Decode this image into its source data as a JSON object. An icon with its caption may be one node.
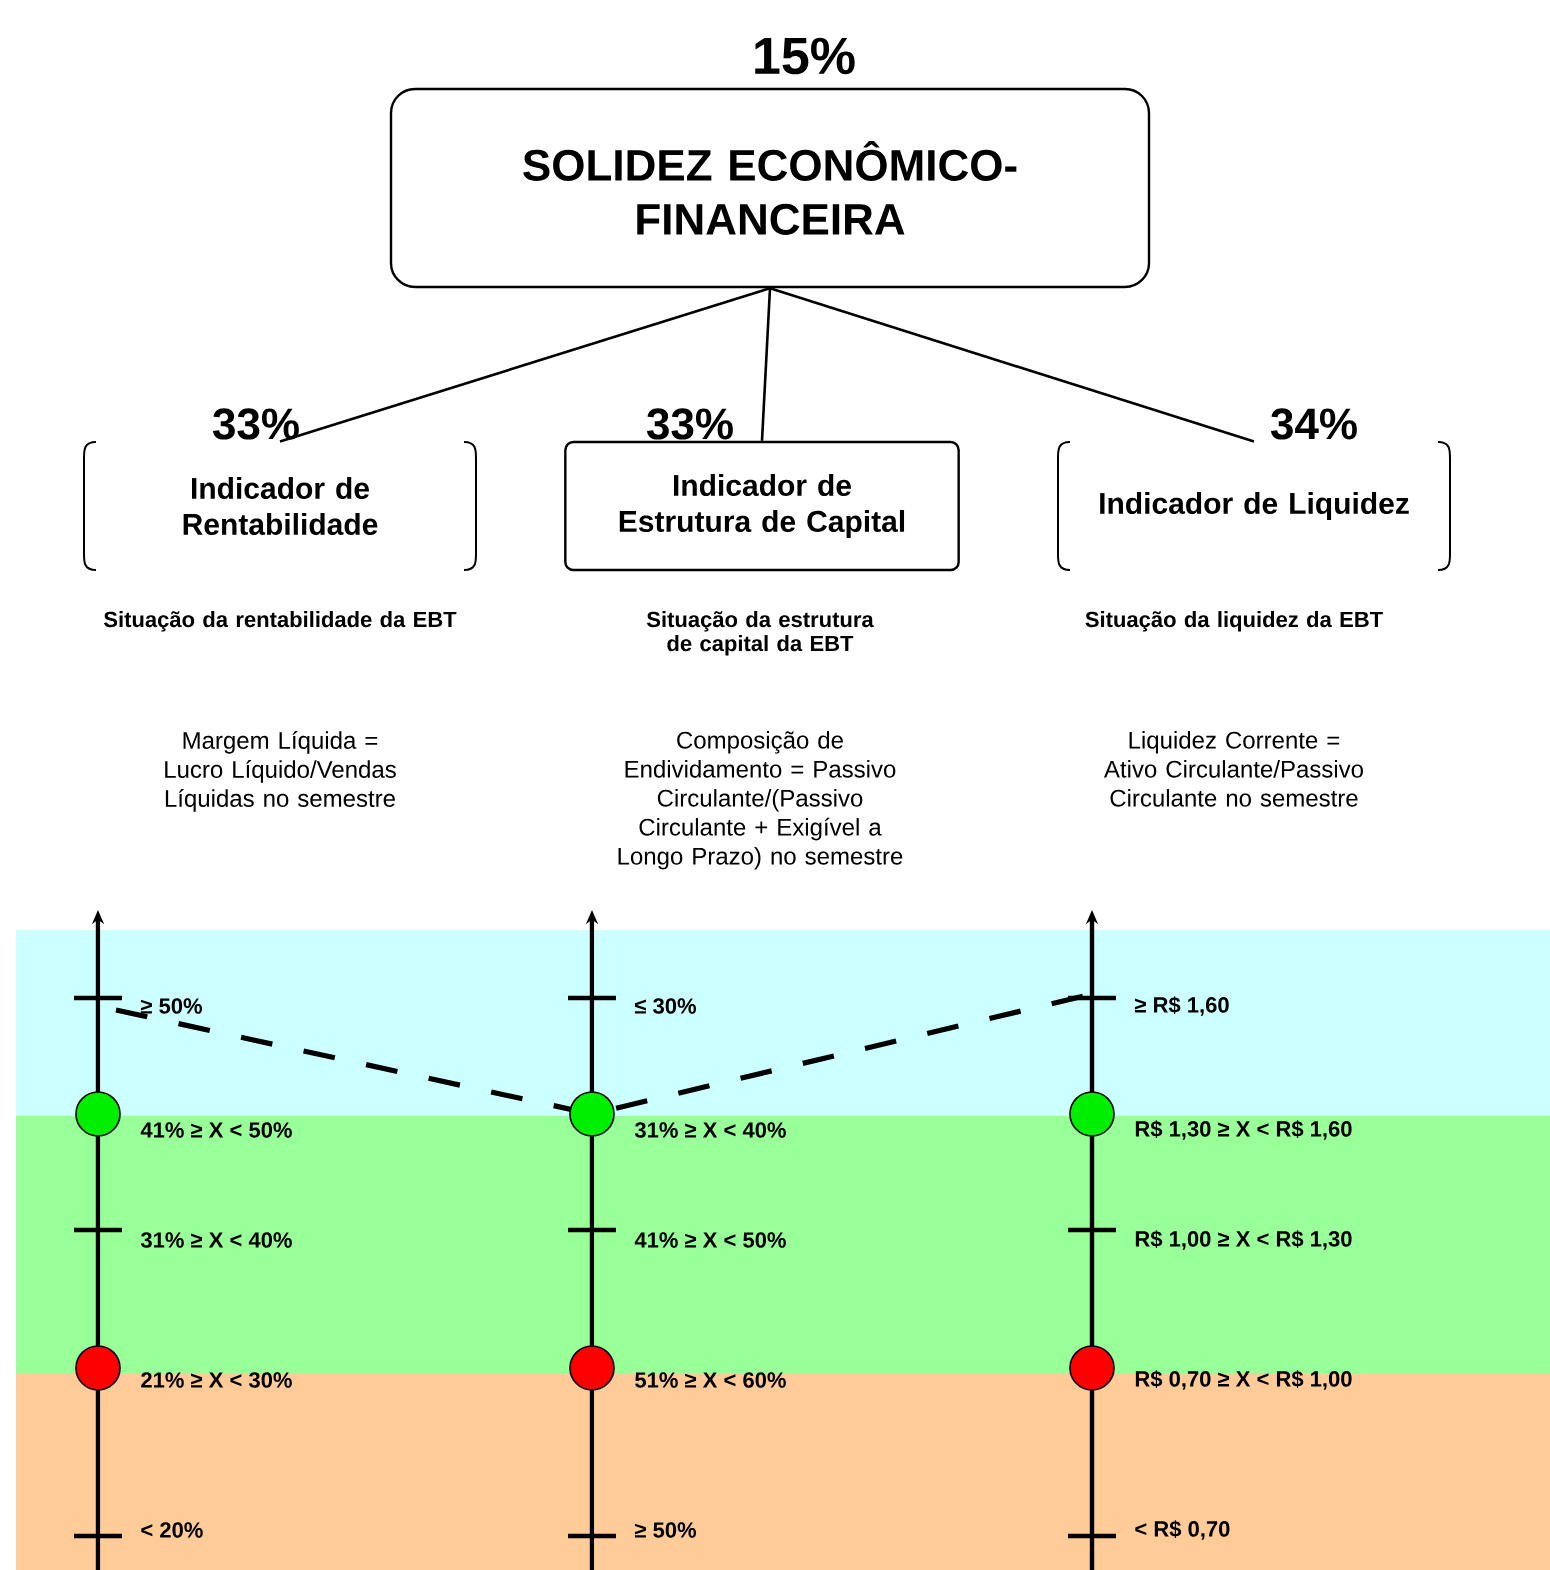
{
  "diagram": {
    "nodes": [
      {
        "text": [
          "SOLIDEZ ECONÔMICO-FINANCEIRA"
        ],
        "beside": [
          "15%"
        ]
      },
      {
        "text": [
          "Indicador de Rentabilidade"
        ],
        "beside": [
          "33%"
        ]
      },
      {
        "text": [
          "Indicador de Estrutura de Capital"
        ],
        "beside": [
          "33%"
        ]
      },
      {
        "text": [
          "Indicador de Liquidez"
        ],
        "beside": [
          "34%"
        ]
      }
    ],
    "edges": [
      {
        "from": 0,
        "to": 1,
        "arrow": "none"
      },
      {
        "from": 0,
        "to": 2,
        "arrow": "none"
      },
      {
        "from": 0,
        "to": 3,
        "arrow": "none"
      }
    ],
    "labels": [
      "Situação da rentabilidade da EBT",
      "Situação da estrutura de capital da EBT",
      "Situação da liquidez da EBT",
      "Margem Líquida = Lucro Líquido/Vendas Líquidas no semestre",
      "Composição de Endividamento = Passivo Circulante/(Passivo Circulante + Exigível a Longo Prazo) no semestre",
      "Liquidez Corrente = Ativo Circulante/Passivo Circulante no semestre",
      "≥ 50%",
      "≤ 30%",
      "≥ R$ 1,60",
      "41% ≥ X < 50%",
      "31% ≥ X < 40%",
      "R$ 1,30 ≥ X < R$ 1,60",
      "31% ≥ X < 40%",
      "41% ≥ X < 50%",
      "R$ 1,00 ≥ X < R$ 1,30",
      "21% ≥ X < 30%",
      "51% ≥ X < 60%",
      "R$ 0,70 ≥ X < R$ 1,00",
      "< 20%",
      "≥ 50%",
      "< R$ 0,70"
    ]
  }
}
